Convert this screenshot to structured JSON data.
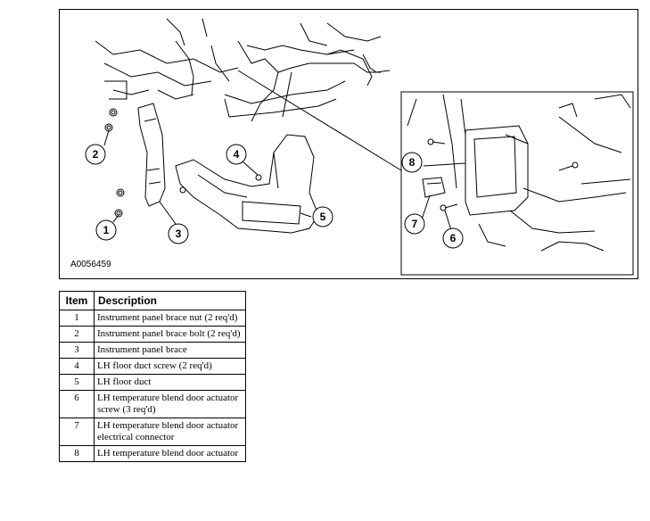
{
  "figure": {
    "id": "A0056459",
    "callouts": [
      "1",
      "2",
      "3",
      "4",
      "5",
      "6",
      "7",
      "8"
    ]
  },
  "table": {
    "headers": {
      "item": "Item",
      "description": "Description"
    },
    "rows": [
      {
        "item": "1",
        "description": "Instrument panel brace nut (2 req'd)"
      },
      {
        "item": "2",
        "description": "Instrument panel brace bolt (2 req'd)"
      },
      {
        "item": "3",
        "description": "Instrument panel brace"
      },
      {
        "item": "4",
        "description": "LH floor duct screw (2 req'd)"
      },
      {
        "item": "5",
        "description": "LH floor duct"
      },
      {
        "item": "6",
        "description": "LH temperature blend door actuator screw (3 req'd)"
      },
      {
        "item": "7",
        "description": "LH temperature blend door actuator electrical connector"
      },
      {
        "item": "8",
        "description": "LH temperature blend door actuator"
      }
    ]
  }
}
